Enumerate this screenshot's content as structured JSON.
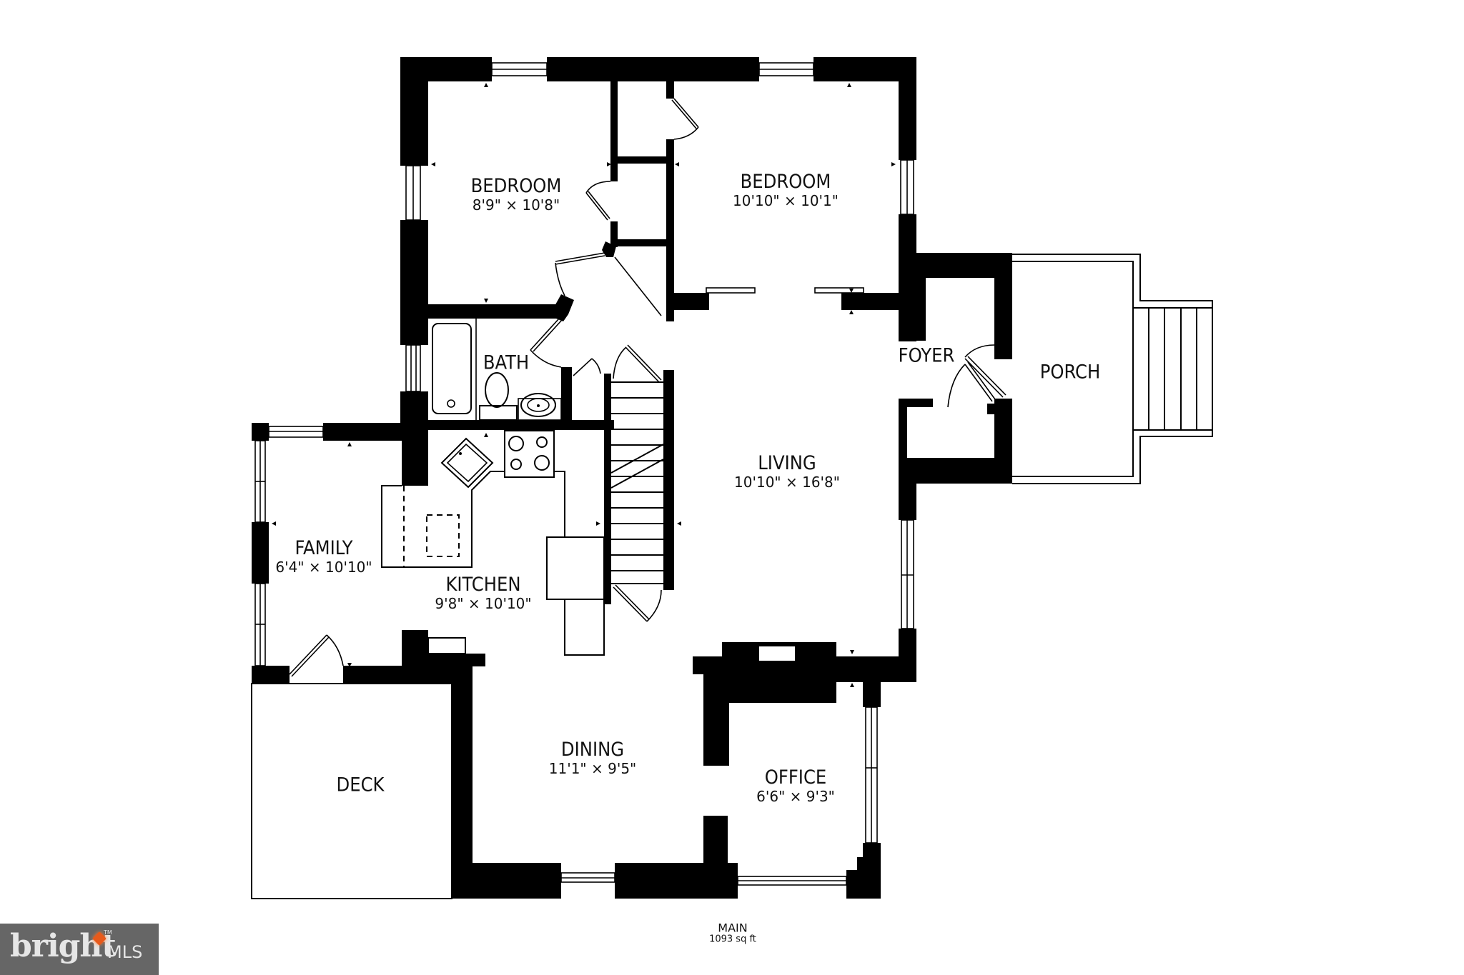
{
  "floor": {
    "name": "MAIN",
    "area": "1093 sq ft"
  },
  "rooms": {
    "bedroom1": {
      "name": "BEDROOM",
      "dims": "8'9\" × 10'8\""
    },
    "bedroom2": {
      "name": "BEDROOM",
      "dims": "10'10\" × 10'1\""
    },
    "bath": {
      "name": "BATH"
    },
    "foyer": {
      "name": "FOYER"
    },
    "porch": {
      "name": "PORCH"
    },
    "living": {
      "name": "LIVING",
      "dims": "10'10\" × 16'8\""
    },
    "family": {
      "name": "FAMILY",
      "dims": "6'4\" × 10'10\""
    },
    "kitchen": {
      "name": "KITCHEN",
      "dims": "9'8\" × 10'10\""
    },
    "dining": {
      "name": "DINING",
      "dims": "11'1\" × 9'5\""
    },
    "office": {
      "name": "OFFICE",
      "dims": "6'6\" × 9'3\""
    },
    "deck": {
      "name": "DECK"
    }
  },
  "logo": {
    "brand": "bright",
    "suffix": "MLS",
    "trademark": "TM",
    "accent_color": "#e85a1b",
    "background_color": "#666666"
  }
}
